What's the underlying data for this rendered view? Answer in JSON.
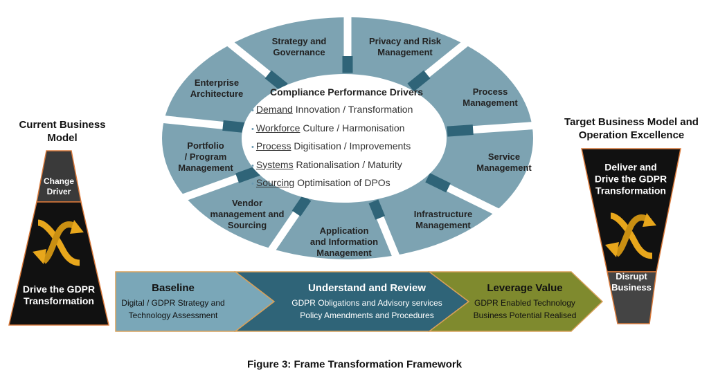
{
  "colors": {
    "segment": "#7da3b2",
    "connector": "#2f6478",
    "baseline": "#7aa7b8",
    "understand": "#2f6478",
    "leverage": "#7f8a2e",
    "gold": "#e8a71c",
    "border": "#d9793a"
  },
  "ring": {
    "segments": [
      {
        "label": "Strategy and\nGovernance"
      },
      {
        "label": "Privacy and Risk\nManagement"
      },
      {
        "label": "Enterprise\nArchitecture"
      },
      {
        "label": "Process\nManagement"
      },
      {
        "label": "Portfolio\n/ Program\nManagement"
      },
      {
        "label": "Service\nManagement"
      },
      {
        "label": "Vendor\nmanagement and\nSourcing"
      },
      {
        "label": "Infrastructure\nManagement"
      },
      {
        "label": "Application\nand Information\nManagement"
      }
    ],
    "center_title": "Compliance Performance Drivers",
    "drivers": [
      {
        "key": "Demand",
        "rest": " Innovation / Transformation"
      },
      {
        "key": "Workforce",
        "rest": " Culture / Harmonisation"
      },
      {
        "key": "Process",
        "rest": " Digitisation / Improvements"
      },
      {
        "key": "Systems",
        "rest": " Rationalisation / Maturity"
      },
      {
        "key": "Sourcing",
        "rest": " Optimisation of DPOs"
      }
    ]
  },
  "left": {
    "heading": "Current Business\nModel",
    "top_label": "Change\nDriver",
    "bottom_label": "Drive the GDPR\nTransformation",
    "icon": "gdpr-transformation-logo"
  },
  "right": {
    "heading": "Target Business Model and\nOperation Excellence",
    "top_label": "Deliver and\nDrive the GDPR\nTransformation",
    "bottom_label": "Disrupt\nBusiness",
    "icon": "gdpr-transformation-logo"
  },
  "phases": [
    {
      "title": "Baseline",
      "lines": [
        "Digital / GDPR Strategy and",
        "Technology Assessment"
      ]
    },
    {
      "title": "Understand and Review",
      "lines": [
        "GDPR Obligations and Advisory services",
        "Policy Amendments and Procedures"
      ]
    },
    {
      "title": "Leverage Value",
      "lines": [
        "GDPR Enabled Technology",
        "Business Potential Realised"
      ]
    }
  ],
  "caption": "Figure 3: Frame Transformation Framework"
}
